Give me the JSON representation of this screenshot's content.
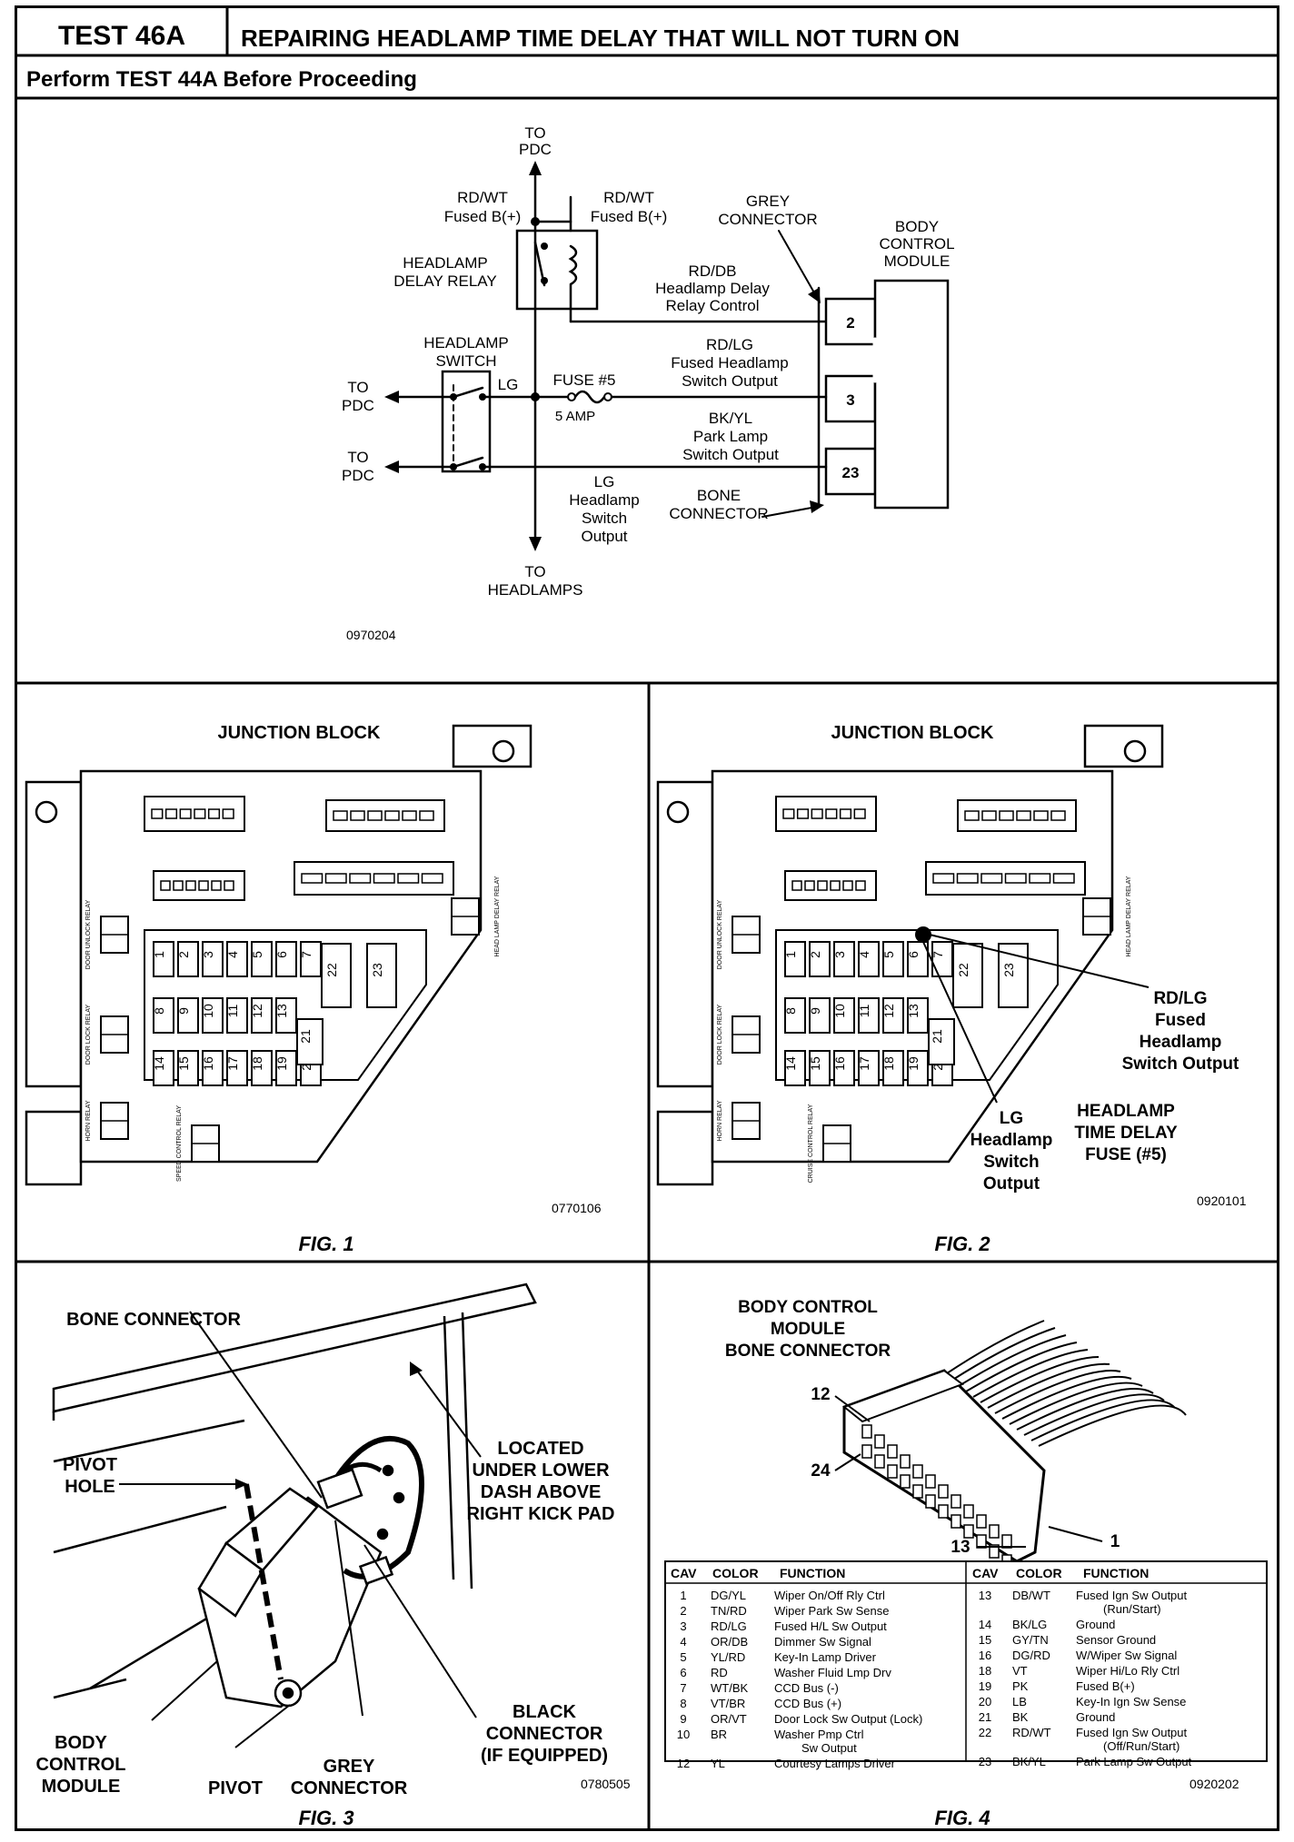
{
  "header": {
    "test_id": "TEST 46A",
    "title": "REPAIRING HEADLAMP TIME DELAY THAT WILL NOT TURN ON",
    "subtitle": "Perform TEST 44A Before Proceeding"
  },
  "schematic": {
    "to_pdc_top": [
      "TO",
      "PDC"
    ],
    "rdwt_left": [
      "RD/WT",
      "Fused B(+)"
    ],
    "rdwt_right": [
      "RD/WT",
      "Fused B(+)"
    ],
    "grey_connector": [
      "GREY",
      "CONNECTOR"
    ],
    "bcm": [
      "BODY",
      "CONTROL",
      "MODULE"
    ],
    "relay": [
      "HEADLAMP",
      "DELAY RELAY"
    ],
    "rddb": [
      "RD/DB",
      "Headlamp Delay",
      "Relay Control"
    ],
    "switch": [
      "HEADLAMP",
      "SWITCH"
    ],
    "rdlg": [
      "RD/LG",
      "Fused Headlamp",
      "Switch Output"
    ],
    "lg": "LG",
    "fuse": "FUSE #5",
    "fuse_amp": "5 AMP",
    "to_pdc_left1": [
      "TO",
      "PDC"
    ],
    "to_pdc_left2": [
      "TO",
      "PDC"
    ],
    "bkyl": [
      "BK/YL",
      "Park Lamp",
      "Switch Output"
    ],
    "lg_out": [
      "LG",
      "Headlamp",
      "Switch",
      "Output"
    ],
    "bone_connector": [
      "BONE",
      "CONNECTOR"
    ],
    "to_headlamps": [
      "TO",
      "HEADLAMPS"
    ],
    "pins": [
      "2",
      "3",
      "23"
    ],
    "ref": "0970204"
  },
  "fig1": {
    "title": "JUNCTION BLOCK",
    "caption": "FIG. 1",
    "ref": "0770106",
    "fuses_row1": [
      "1",
      "2",
      "3",
      "4",
      "5",
      "6",
      "7"
    ],
    "fuses_row2": [
      "8",
      "9",
      "10",
      "11",
      "12",
      "13"
    ],
    "fuses_row3": [
      "14",
      "15",
      "16",
      "17",
      "18",
      "19",
      "20"
    ],
    "big_fuses": [
      "22",
      "23",
      "21"
    ],
    "relay_labels": [
      "DOOR UNLOCK RELAY",
      "DOOR LOCK RELAY",
      "HORN RELAY",
      "SPEED CONTROL RELAY",
      "HEAD LAMP DELAY RELAY"
    ]
  },
  "fig2": {
    "title": "JUNCTION BLOCK",
    "caption": "FIG. 2",
    "ref": "0920101",
    "callout_rdlg": [
      "RD/LG",
      "Fused",
      "Headlamp",
      "Switch Output"
    ],
    "callout_lg": [
      "LG",
      "Headlamp",
      "Switch",
      "Output"
    ],
    "callout_fuse": [
      "HEADLAMP",
      "TIME DELAY",
      "FUSE (#5)"
    ],
    "fuses_row1": [
      "1",
      "2",
      "3",
      "4",
      "5",
      "6",
      "7"
    ],
    "fuses_row2": [
      "8",
      "9",
      "10",
      "11",
      "12",
      "13"
    ],
    "fuses_row3": [
      "14",
      "15",
      "16",
      "17",
      "18",
      "19",
      "20"
    ],
    "big_fuses": [
      "22",
      "23",
      "21"
    ],
    "relay_labels": [
      "DOOR UNLOCK RELAY",
      "DOOR LOCK RELAY",
      "HORN RELAY",
      "CRUISE CONTROL RELAY",
      "HEAD LAMP DELAY RELAY"
    ]
  },
  "fig3": {
    "caption": "FIG. 3",
    "ref": "0780505",
    "bone_connector": "BONE CONNECTOR",
    "pivot_hole": [
      "PIVOT",
      "HOLE"
    ],
    "located": [
      "LOCATED",
      "UNDER LOWER",
      "DASH ABOVE",
      "RIGHT KICK PAD"
    ],
    "bcm": [
      "BODY",
      "CONTROL",
      "MODULE"
    ],
    "pivot": "PIVOT",
    "grey_connector": [
      "GREY",
      "CONNECTOR"
    ],
    "black_connector": [
      "BLACK",
      "CONNECTOR",
      "(IF EQUIPPED)"
    ]
  },
  "fig4": {
    "caption": "FIG. 4",
    "ref": "0920202",
    "title": [
      "BODY CONTROL",
      "MODULE",
      "BONE CONNECTOR"
    ],
    "pin_labels": [
      "12",
      "24",
      "13",
      "1"
    ],
    "headers": [
      "CAV",
      "COLOR",
      "FUNCTION",
      "CAV",
      "COLOR",
      "FUNCTION"
    ],
    "left_rows": [
      {
        "cav": "1",
        "color": "DG/YL",
        "func": "Wiper On/Off Rly Ctrl"
      },
      {
        "cav": "2",
        "color": "TN/RD",
        "func": "Wiper Park Sw Sense"
      },
      {
        "cav": "3",
        "color": "RD/LG",
        "func": "Fused H/L Sw Output"
      },
      {
        "cav": "4",
        "color": "OR/DB",
        "func": "Dimmer Sw Signal"
      },
      {
        "cav": "5",
        "color": "YL/RD",
        "func": "Key-In Lamp Driver"
      },
      {
        "cav": "6",
        "color": "RD",
        "func": "Washer Fluid Lmp Drv"
      },
      {
        "cav": "7",
        "color": "WT/BK",
        "func": "CCD Bus (-)"
      },
      {
        "cav": "8",
        "color": "VT/BR",
        "func": "CCD Bus (+)"
      },
      {
        "cav": "9",
        "color": "OR/VT",
        "func": "Door Lock Sw Output (Lock)"
      },
      {
        "cav": "10",
        "color": "BR",
        "func": "Washer Pmp Ctrl",
        "func2": "Sw Output"
      },
      {
        "cav": "12",
        "color": "YL",
        "func": "Courtesy Lamps Driver"
      }
    ],
    "right_rows": [
      {
        "cav": "13",
        "color": "DB/WT",
        "func": "Fused Ign Sw Output",
        "func2": "(Run/Start)"
      },
      {
        "cav": "14",
        "color": "BK/LG",
        "func": "Ground"
      },
      {
        "cav": "15",
        "color": "GY/TN",
        "func": "Sensor Ground"
      },
      {
        "cav": "16",
        "color": "DG/RD",
        "func": "W/Wiper Sw Signal"
      },
      {
        "cav": "18",
        "color": "VT",
        "func": "Wiper Hi/Lo Rly Ctrl"
      },
      {
        "cav": "19",
        "color": "PK",
        "func": "Fused B(+)"
      },
      {
        "cav": "20",
        "color": "LB",
        "func": "Key-In Ign Sw Sense"
      },
      {
        "cav": "21",
        "color": "BK",
        "func": "Ground"
      },
      {
        "cav": "22",
        "color": "RD/WT",
        "func": "Fused Ign Sw Output",
        "func2": "(Off/Run/Start)"
      },
      {
        "cav": "23",
        "color": "BK/YL",
        "func": "Park Lamp Sw Output"
      }
    ]
  }
}
